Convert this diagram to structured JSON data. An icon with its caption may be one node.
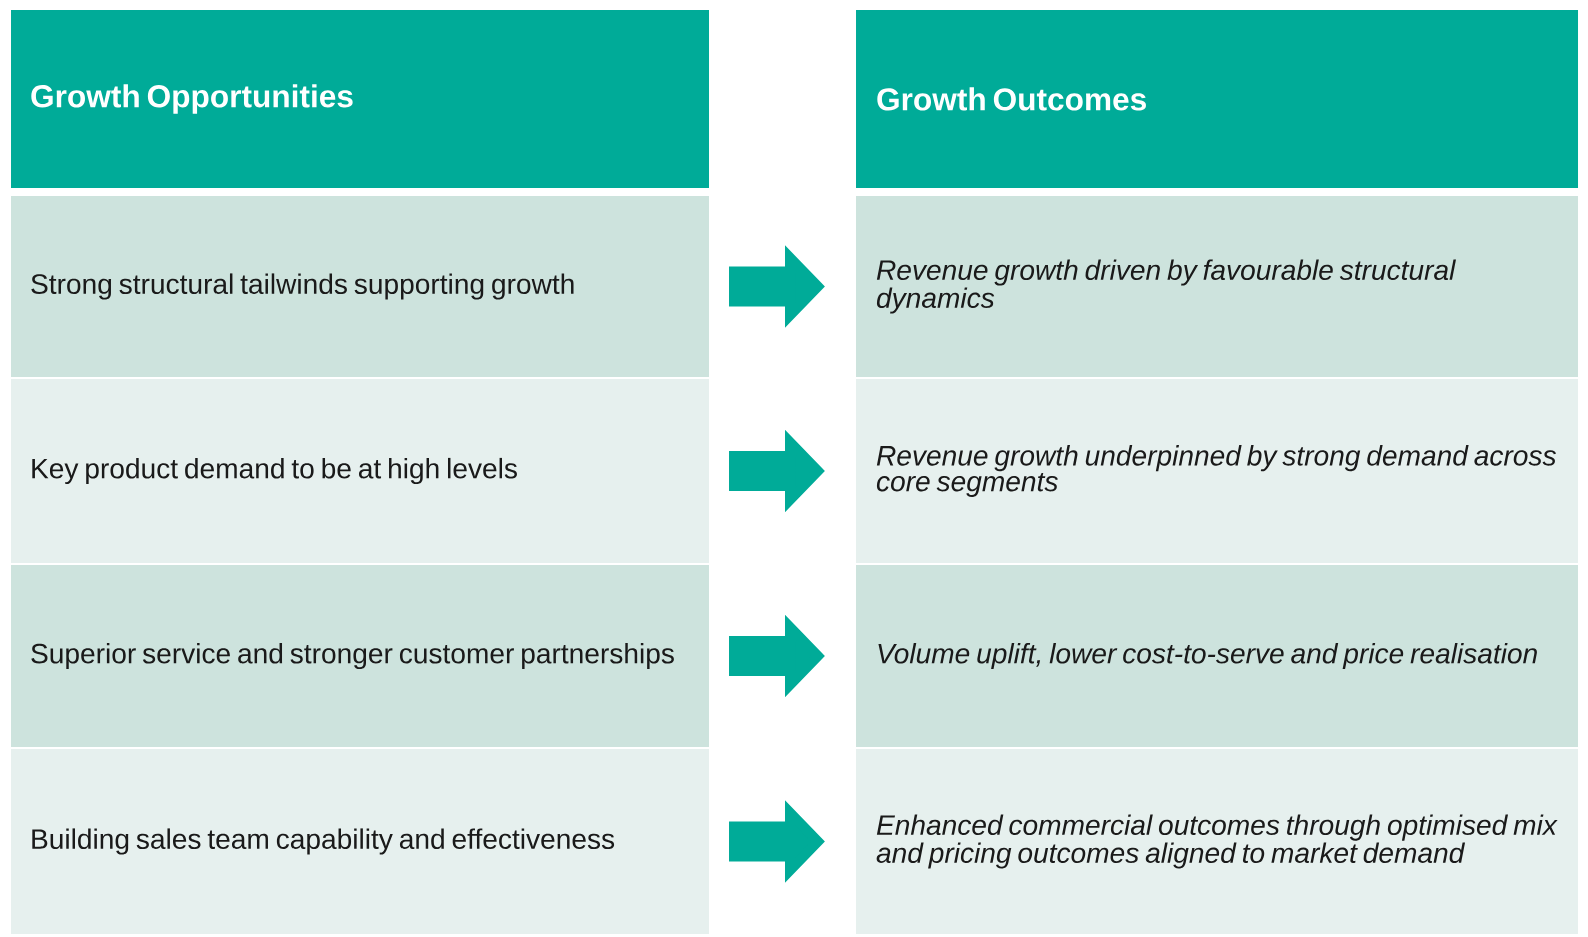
{
  "diagram": {
    "nodes": [
      {
        "text": [
          "Growth Opportunities"
        ]
      },
      {
        "text": [
          "Growth Outcomes"
        ]
      },
      {
        "text": [
          "Strong structural tailwinds supporting growth"
        ]
      },
      {
        "text": [
          "Revenue growth driven by favourable structural dynamics"
        ]
      },
      {
        "text": [
          "Key product demand to be at high levels"
        ]
      },
      {
        "text": [
          "Revenue growth underpinned by strong demand across core segments"
        ]
      },
      {
        "text": [
          "Superior service and stronger customer partnerships"
        ]
      },
      {
        "text": [
          "Volume uplift, lower cost-to-serve and price realisation"
        ]
      },
      {
        "text": [
          "Building sales team capability and effectiveness"
        ]
      },
      {
        "text": [
          "Enhanced commercial outcomes through optimised mix and pricing outcomes aligned to market demand"
        ]
      }
    ],
    "edges": [
      {
        "from": 2,
        "to": 3,
        "arrow": "to"
      },
      {
        "from": 4,
        "to": 5,
        "arrow": "to"
      },
      {
        "from": 6,
        "to": 7,
        "arrow": "to"
      },
      {
        "from": 8,
        "to": 9,
        "arrow": "to"
      }
    ]
  }
}
